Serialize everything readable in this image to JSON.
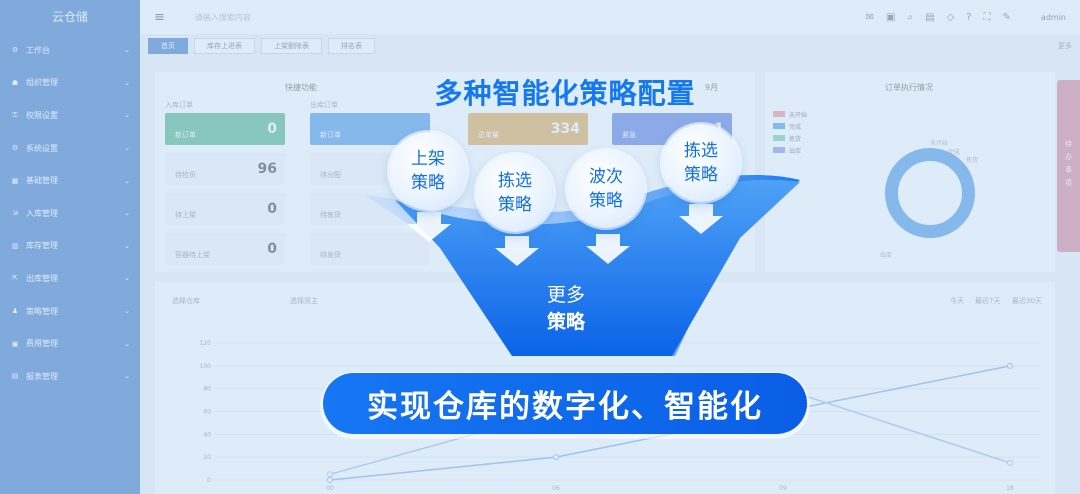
{
  "app": {
    "brand": "云仓储"
  },
  "sidebar": {
    "items": [
      {
        "label": "工作台",
        "icon": "gear-icon"
      },
      {
        "label": "组织管理",
        "icon": "org-icon"
      },
      {
        "label": "权限设置",
        "icon": "permission-icon"
      },
      {
        "label": "系统设置",
        "icon": "settings-icon"
      },
      {
        "label": "基础管理",
        "icon": "base-icon"
      },
      {
        "label": "入库管理",
        "icon": "inbound-icon"
      },
      {
        "label": "库存管理",
        "icon": "stock-icon"
      },
      {
        "label": "出库管理",
        "icon": "outbound-icon"
      },
      {
        "label": "策略管理",
        "icon": "strategy-icon"
      },
      {
        "label": "费用管理",
        "icon": "fee-icon"
      },
      {
        "label": "报表管理",
        "icon": "report-icon"
      }
    ]
  },
  "topbar": {
    "search_placeholder": "请输入搜索内容",
    "user": "admin"
  },
  "tabs": {
    "items": [
      "首页",
      "库存上进表",
      "上架删除表",
      "排名表"
    ],
    "more": "更多"
  },
  "dashboard": {
    "quick_title": "快捷功能",
    "order_title": "订单执行情况",
    "month_label": "9月",
    "inbound_head": "入库订单",
    "outbound_head": "出库订单",
    "cards": [
      {
        "label": "新订单",
        "value": "0",
        "color": "#3fae7a"
      },
      {
        "label": "待检货",
        "value": "96",
        "color": ""
      },
      {
        "label": "待上架",
        "value": "0",
        "color": ""
      },
      {
        "label": "容器待上架",
        "value": "0",
        "color": ""
      },
      {
        "label": "新订单",
        "value": "",
        "color": "#3b8de0"
      },
      {
        "label": "待分配",
        "value": "",
        "color": ""
      },
      {
        "label": "待拣货",
        "value": "",
        "color": ""
      },
      {
        "label": "待发货",
        "value": "",
        "color": ""
      },
      {
        "label": "总单量",
        "value": "334",
        "color": "#e0a040"
      },
      {
        "label": "紧急",
        "value": "1",
        "color": "#4a6fd8"
      }
    ],
    "legend": [
      {
        "label": "未开始",
        "color": "#e88a8a"
      },
      {
        "label": "完成",
        "color": "#3b8de0"
      },
      {
        "label": "拣货",
        "color": "#6bc4a6"
      },
      {
        "label": "出库",
        "color": "#7b8be0"
      }
    ],
    "donut_labels": [
      "未开始",
      "完成",
      "拣货",
      "出库"
    ],
    "stats_title": "统计",
    "range_tabs": [
      "今天",
      "最近7天",
      "最近30天"
    ],
    "filter_1": "选择仓库",
    "filter_2": "选择货主"
  },
  "side_tab": {
    "text": "待办事项"
  },
  "chart_data": {
    "type": "line",
    "title": "",
    "ylim": [
      0,
      120
    ],
    "yticks": [
      0,
      20,
      40,
      60,
      80,
      100,
      120
    ],
    "categories": [
      "00",
      "06",
      "09",
      "18"
    ],
    "series": [
      {
        "values": [
          0,
          20,
          60,
          100
        ]
      },
      {
        "values": [
          5,
          60,
          80,
          15
        ]
      }
    ]
  },
  "promo": {
    "headline": "多种智能化策略配置",
    "bubbles": [
      {
        "text": "上架策略"
      },
      {
        "text": "拣选策略"
      },
      {
        "text": "波次策略"
      },
      {
        "text": "拣选策略"
      }
    ],
    "funnel_line1": "更多",
    "funnel_line2": "策略",
    "slogan": "实现仓库的数字化、智能化",
    "accent": "#1478f0"
  }
}
